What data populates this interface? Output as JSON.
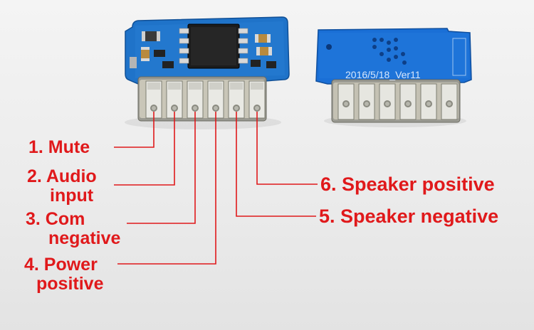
{
  "board_front": {
    "pcb_color": "#1f73c9",
    "chip_color": "#1c1c1c",
    "pin_count": 6
  },
  "board_back": {
    "pcb_color": "#1a6fd6",
    "silkscreen": "2016/5/18_Ver11"
  },
  "leader_line_color": "#e0191b",
  "pins": [
    {
      "lines": [
        "1. Mute"
      ]
    },
    {
      "lines": [
        "2. Audio",
        "input"
      ]
    },
    {
      "lines": [
        "3. Com",
        "negative"
      ]
    },
    {
      "lines": [
        "4. Power",
        "positive"
      ]
    },
    {
      "lines": [
        "5. Speaker negative"
      ]
    },
    {
      "lines": [
        "6. Speaker positive"
      ]
    }
  ]
}
